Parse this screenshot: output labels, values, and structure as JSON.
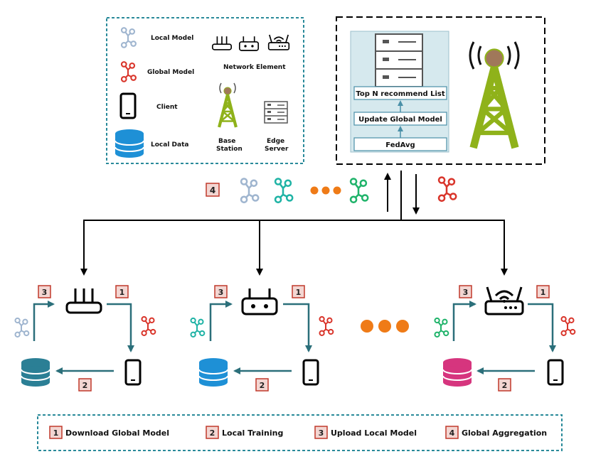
{
  "legend": {
    "local_model": "Local Model",
    "global_model": "Global Model",
    "client": "Client",
    "local_data": "Local Data",
    "network_element": "Network Element",
    "base_station": [
      "Base",
      "Station"
    ],
    "edge_server": [
      "Edge",
      "Server"
    ]
  },
  "server_stack": {
    "top_list": "Top N recommend List",
    "update": "Update Global Model",
    "fedavg": "FedAvg"
  },
  "step_numbers": {
    "download": "1",
    "local_training": "2",
    "upload": "3",
    "aggregation": "4"
  },
  "bottom_legend": [
    {
      "num": "1",
      "text": "Download Global Model"
    },
    {
      "num": "2",
      "text": "Local Training"
    },
    {
      "num": "3",
      "text": "Upload Local Model"
    },
    {
      "num": "4",
      "text": "Global Aggregation"
    }
  ],
  "colors": {
    "local_model": "#9fb5cf",
    "global_model": "#d9352b",
    "teal_model": "#1fb3a5",
    "green_model": "#1fb36a",
    "data_teal": "#2b7f95",
    "data_blue": "#1e90d6",
    "data_pink": "#d6357e",
    "tower": "#8fb21a",
    "dots": "#ef7b17",
    "flow_arrow": "#2b6f7a",
    "badge_fill": "#f3d6d2",
    "badge_border": "#c0392b",
    "dashed_border": "#2a8a9a"
  }
}
